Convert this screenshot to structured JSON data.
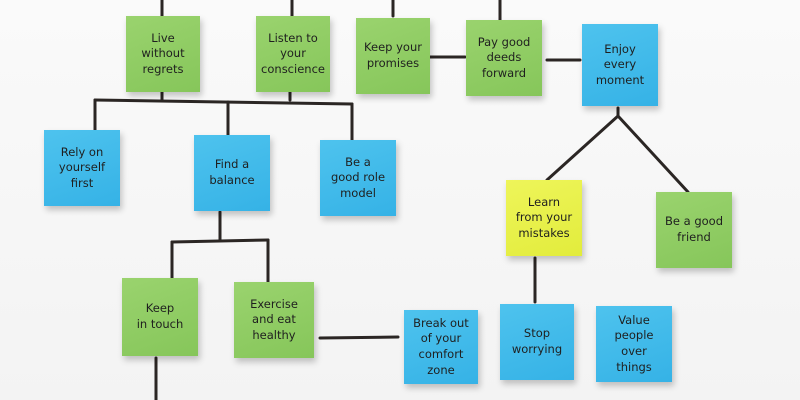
{
  "notes": {
    "live_without_regrets": "Live without\nregrets",
    "listen_to_conscience": "Listen to\nyour\nconscience",
    "keep_promises": "Keep your\npromises",
    "pay_good_deeds_forward": "Pay good\ndeeds\nforward",
    "enjoy_every_moment": "Enjoy\nevery\nmoment",
    "rely_on_yourself_first": "Rely on\nyourself\nfirst",
    "find_a_balance": "Find a\nbalance",
    "be_good_role_model": "Be a\ngood role\nmodel",
    "learn_from_mistakes": "Learn\nfrom your\nmistakes",
    "be_good_friend": "Be a good\nfriend",
    "keep_in_touch": "Keep\nin touch",
    "exercise_eat_healthy": "Exercise\nand eat\nhealthy",
    "break_out_comfort_zone": "Break out\nof your\ncomfort\nzone",
    "stop_worrying": "Stop\nworrying",
    "value_people_over_things": "Value\npeople over\nthings"
  },
  "colors": {
    "green": "#8ccb5f",
    "blue": "#3db6e9",
    "yellow": "#e6ef45",
    "ink": "#2b2624"
  }
}
